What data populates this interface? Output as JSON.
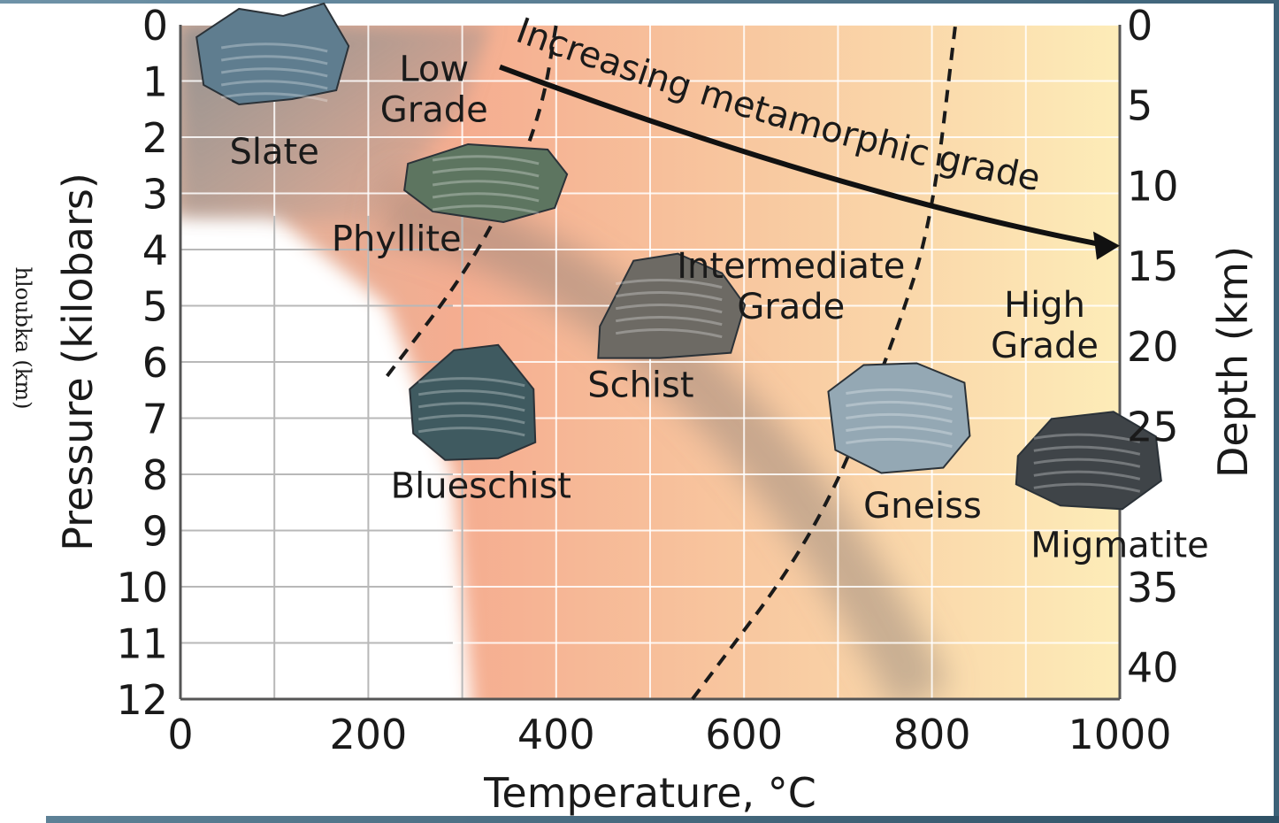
{
  "side_note": "hloubka (km)",
  "chart_data": {
    "type": "scatter",
    "xlabel": "Temperature, °C",
    "ylabel": "Pressure (kilobars)",
    "y2label": "Depth (km)",
    "xlim": [
      0,
      1000
    ],
    "ylim": [
      0,
      12
    ],
    "y2lim": [
      0,
      42
    ],
    "x_ticks": [
      0,
      200,
      400,
      600,
      800,
      1000
    ],
    "y_ticks": [
      0,
      1,
      2,
      3,
      4,
      5,
      6,
      7,
      8,
      9,
      10,
      11,
      12
    ],
    "y2_ticks": [
      0,
      5,
      10,
      15,
      20,
      25,
      35,
      40
    ],
    "grid": true,
    "grades": [
      {
        "label_lines": [
          "Low",
          "Grade"
        ],
        "x": 270,
        "y": 1.0
      },
      {
        "label_lines": [
          "Intermediate",
          "Grade"
        ],
        "x": 650,
        "y": 4.5
      },
      {
        "label_lines": [
          "High",
          "Grade"
        ],
        "x": 920,
        "y": 5.2
      }
    ],
    "rocks": [
      {
        "name": "Slate",
        "x": 100,
        "y": 2.25,
        "color": "#5f7d8f"
      },
      {
        "name": "Phyllite",
        "x": 230,
        "y": 3.8,
        "color": "#5d7560"
      },
      {
        "name": "Blueschist",
        "x": 320,
        "y": 8.2,
        "color": "#3f5a60"
      },
      {
        "name": "Schist",
        "x": 490,
        "y": 6.4,
        "color": "#6d6a64"
      },
      {
        "name": "Gneiss",
        "x": 790,
        "y": 8.55,
        "color": "#94a8b4"
      },
      {
        "name": "Migmatite",
        "x": 1000,
        "y": 9.25,
        "color": "#3f4448"
      }
    ],
    "boundaries": [
      {
        "points": [
          [
            220,
            6.25
          ],
          [
            300,
            4.5
          ],
          [
            350,
            3.0
          ],
          [
            385,
            1.5
          ],
          [
            400,
            0
          ]
        ]
      },
      {
        "points": [
          [
            545,
            12
          ],
          [
            680,
            9.0
          ],
          [
            760,
            5.6
          ],
          [
            800,
            3.5
          ],
          [
            825,
            0
          ]
        ]
      }
    ],
    "trend": {
      "label": "Increasing metamorphic grade",
      "from": [
        340,
        0.75
      ],
      "to": [
        1000,
        3.9
      ]
    },
    "colors": {
      "low_grade": "#9a9a9a",
      "intermediate_grade": "#f2a98b",
      "high_grade": "#fde9b2",
      "boundary": "#1a1a1a"
    }
  }
}
